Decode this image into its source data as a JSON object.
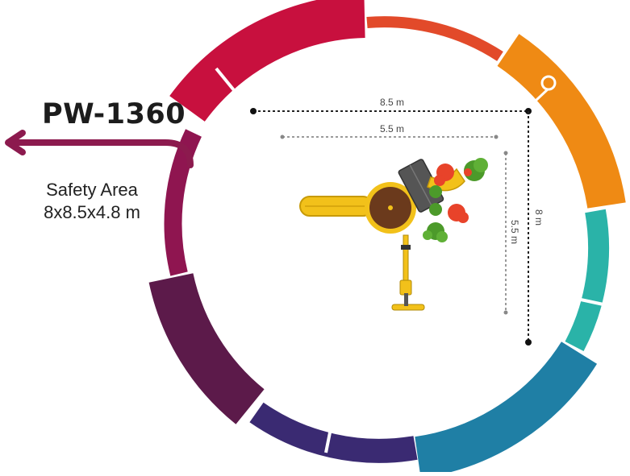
{
  "product": {
    "model_code": "PW-1360",
    "safety_area_label": "Safety Area",
    "safety_area_value": "8x8.5x4.8 m"
  },
  "dimensions": {
    "outer_width": "8.5 m",
    "inner_width": "5.5 m",
    "outer_depth": "8 m",
    "inner_depth": "5.5 m"
  },
  "colors": {
    "arrow": "#8c1a4e",
    "ring_segments": [
      "#c8103e",
      "#e24a2a",
      "#ef8a14",
      "#2ab3a8",
      "#1f7fa5",
      "#3a2a72",
      "#5c1a4a",
      "#8f1550"
    ],
    "slide": "#f2c11a",
    "platform": "#6b3a1c",
    "roof": "#555555",
    "leaves": [
      "#e8432a",
      "#4c9a2a",
      "#f2c11a"
    ]
  }
}
